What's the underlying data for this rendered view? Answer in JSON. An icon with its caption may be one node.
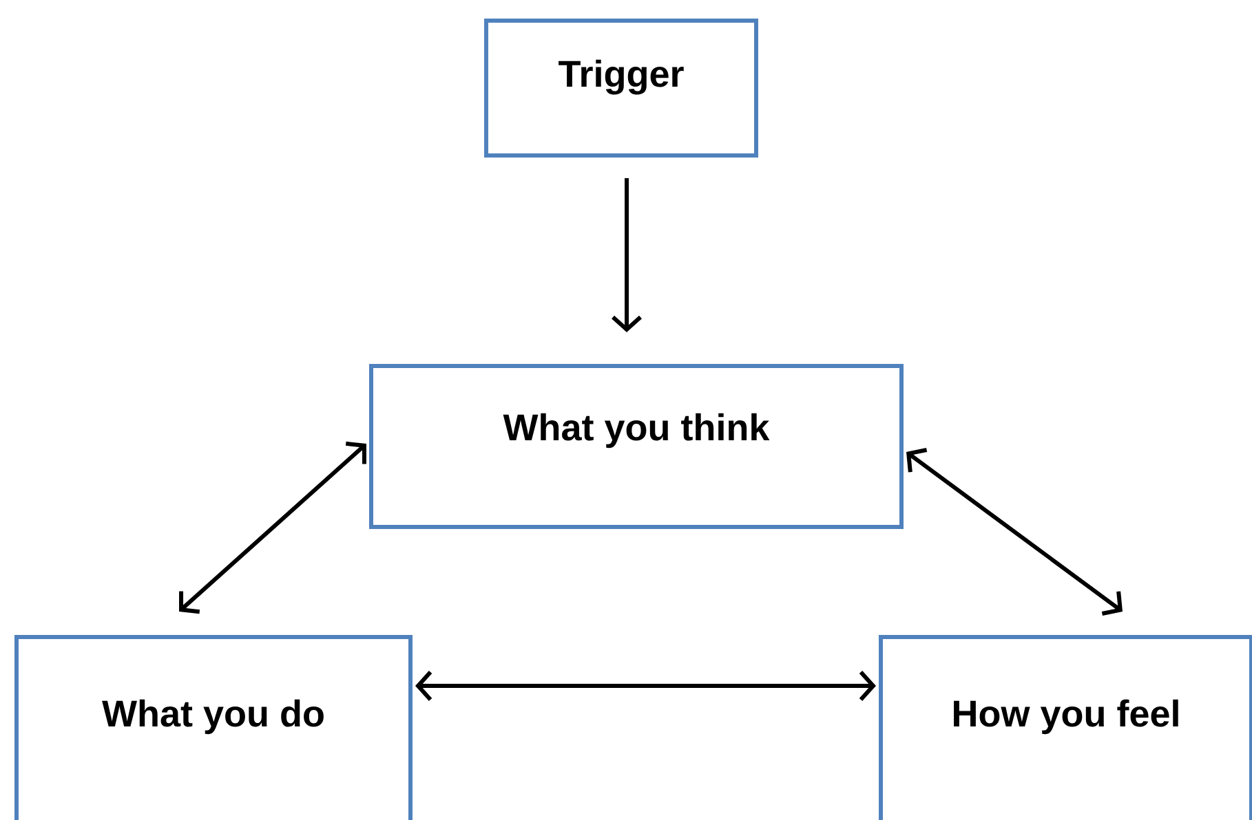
{
  "diagram": {
    "nodes": [
      {
        "text": [
          "Trigger"
        ]
      },
      {
        "text": [
          "What you think"
        ]
      },
      {
        "text": [
          "What you do"
        ]
      },
      {
        "text": [
          "How you feel"
        ]
      }
    ],
    "edges": [
      {
        "from": 0,
        "to": 1,
        "arrow": "to"
      },
      {
        "from": 1,
        "to": 2,
        "arrow": "both"
      },
      {
        "from": 1,
        "to": 3,
        "arrow": "both"
      },
      {
        "from": 2,
        "to": 3,
        "arrow": "both"
      }
    ]
  }
}
